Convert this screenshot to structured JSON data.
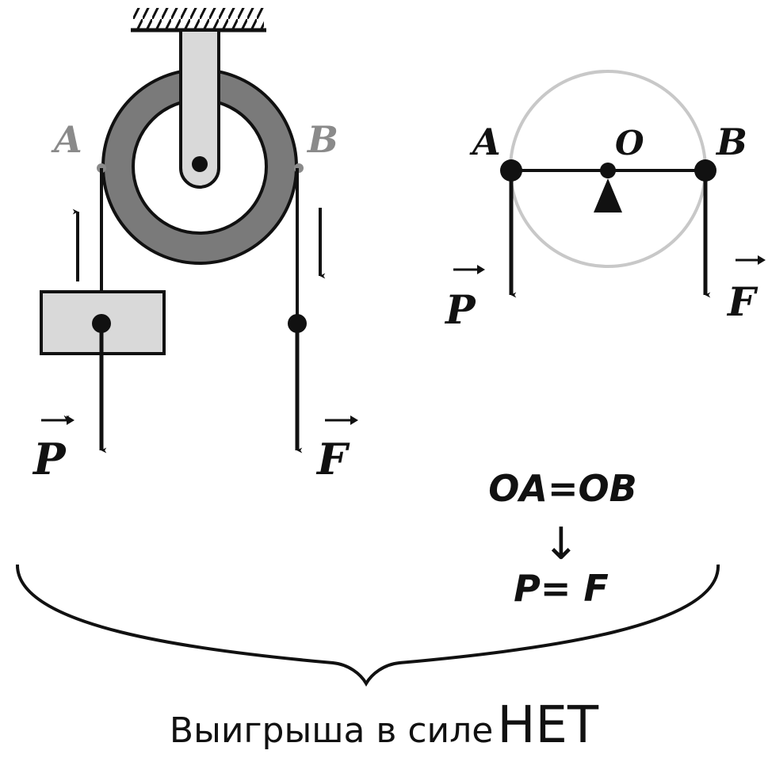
{
  "left_figure": {
    "label_a": "A",
    "label_b": "B",
    "vec_p": "P",
    "vec_f": "F"
  },
  "right_figure": {
    "label_a": "A",
    "label_o": "O",
    "label_b": "B",
    "vec_p": "P",
    "vec_f": "F"
  },
  "equations": {
    "eq1": "OA=OB",
    "arrow": "↓",
    "eq2": "P= F"
  },
  "caption": {
    "text": "Выигрыша в силе",
    "emphasis": "НЕТ"
  },
  "colors": {
    "ink": "#111111",
    "rim": "#7a7a7a",
    "gray_label": "#8a8a8a",
    "circle": "#c8c8c8",
    "box": "#d9d9d9"
  }
}
